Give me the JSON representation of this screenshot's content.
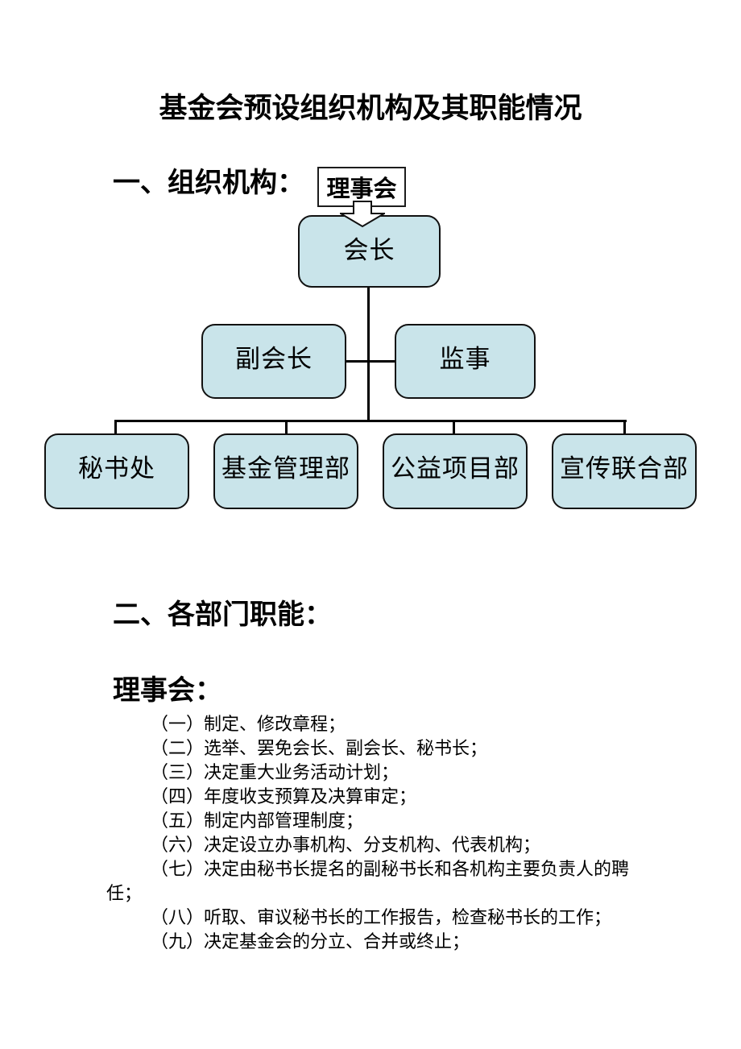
{
  "title": "基金会预设组织机构及其职能情况",
  "sections": {
    "one_heading": "一、组织机构：",
    "two_heading": "二、各部门职能：",
    "board_heading": "理事会："
  },
  "org_chart": {
    "board": "理事会",
    "president": "会长",
    "vice_president": "副会长",
    "supervisor": "监事",
    "departments": [
      "秘书处",
      "基金管理部",
      "公益项目部",
      "宣传联合部"
    ]
  },
  "board_duties": [
    "（一）制定、修改章程；",
    "（二）选举、罢免会长、副会长、秘书长；",
    "（三）决定重大业务活动计划；",
    "（四）年度收支预算及决算审定；",
    "（五）制定内部管理制度；",
    "（六）决定设立办事机构、分支机构、代表机构；",
    "（七）决定由秘书长提名的副秘书长和各机构主要负责人的聘任；",
    "（八）听取、审议秘书长的工作报告，检查秘书长的工作；",
    "（九）决定基金会的分立、合并或终止；"
  ],
  "colors": {
    "node_fill": "#c9e4ea",
    "node_border": "#111111",
    "connector": "#000000",
    "background": "#ffffff"
  }
}
